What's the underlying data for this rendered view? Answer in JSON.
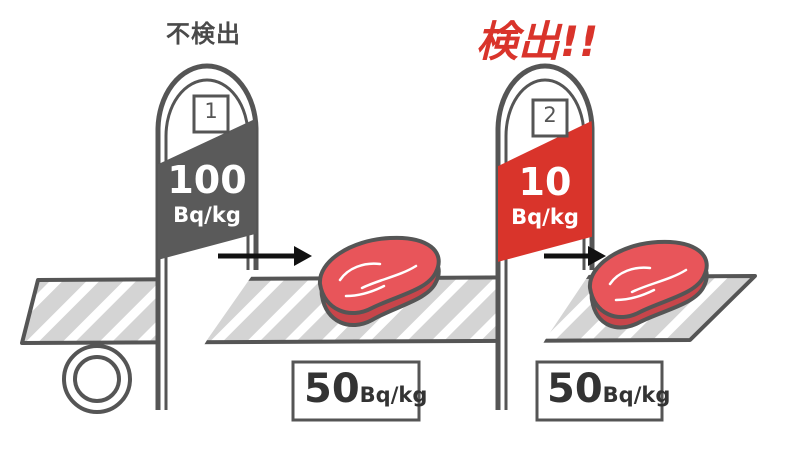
{
  "detector1": {
    "status_text": "不検出",
    "number": "1",
    "limit_value": "100",
    "limit_unit": "Bq/kg",
    "band_color": "#5a5a5a"
  },
  "detector2": {
    "status_text": "検出!!",
    "number": "2",
    "limit_value": "10",
    "limit_unit": "Bq/kg",
    "band_color": "#d9342b"
  },
  "meat1": {
    "measured_value": "50",
    "measured_unit": "Bq/kg"
  },
  "meat2": {
    "measured_value": "50",
    "measured_unit": "Bq/kg"
  },
  "colors": {
    "outline": "#555555",
    "belt_fill": "#d4d4d4",
    "meat_fill": "#e8555a",
    "alert": "#d9342b"
  }
}
